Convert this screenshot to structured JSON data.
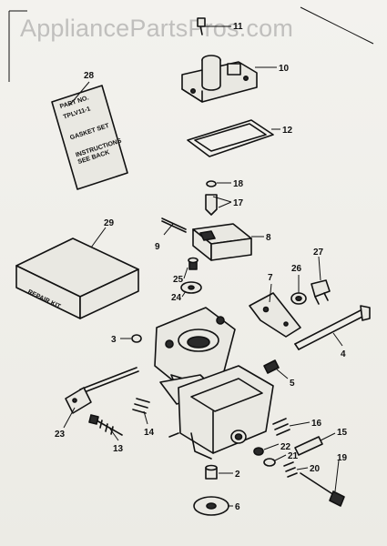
{
  "watermark": "AppliancePartsPros.com",
  "gasket_card": {
    "line1": "TPLV11-1",
    "title": "GASKET SET"
  },
  "repair_kit": {
    "label": "REPAIR KIT"
  },
  "part_labels": {
    "p2": "2",
    "p3": "3",
    "p4": "4",
    "p5": "5",
    "p6": "6",
    "p7": "7",
    "p8": "8",
    "p9": "9",
    "p10": "10",
    "p11": "11",
    "p12": "12",
    "p13": "13",
    "p14": "14",
    "p15": "15",
    "p16": "16",
    "p17": "17",
    "p18": "18",
    "p19": "19",
    "p20": "20",
    "p21": "21",
    "p22": "22",
    "p23": "23",
    "p24": "24",
    "p25": "25",
    "p26": "26",
    "p27": "27",
    "p28": "28",
    "p29": "29"
  }
}
